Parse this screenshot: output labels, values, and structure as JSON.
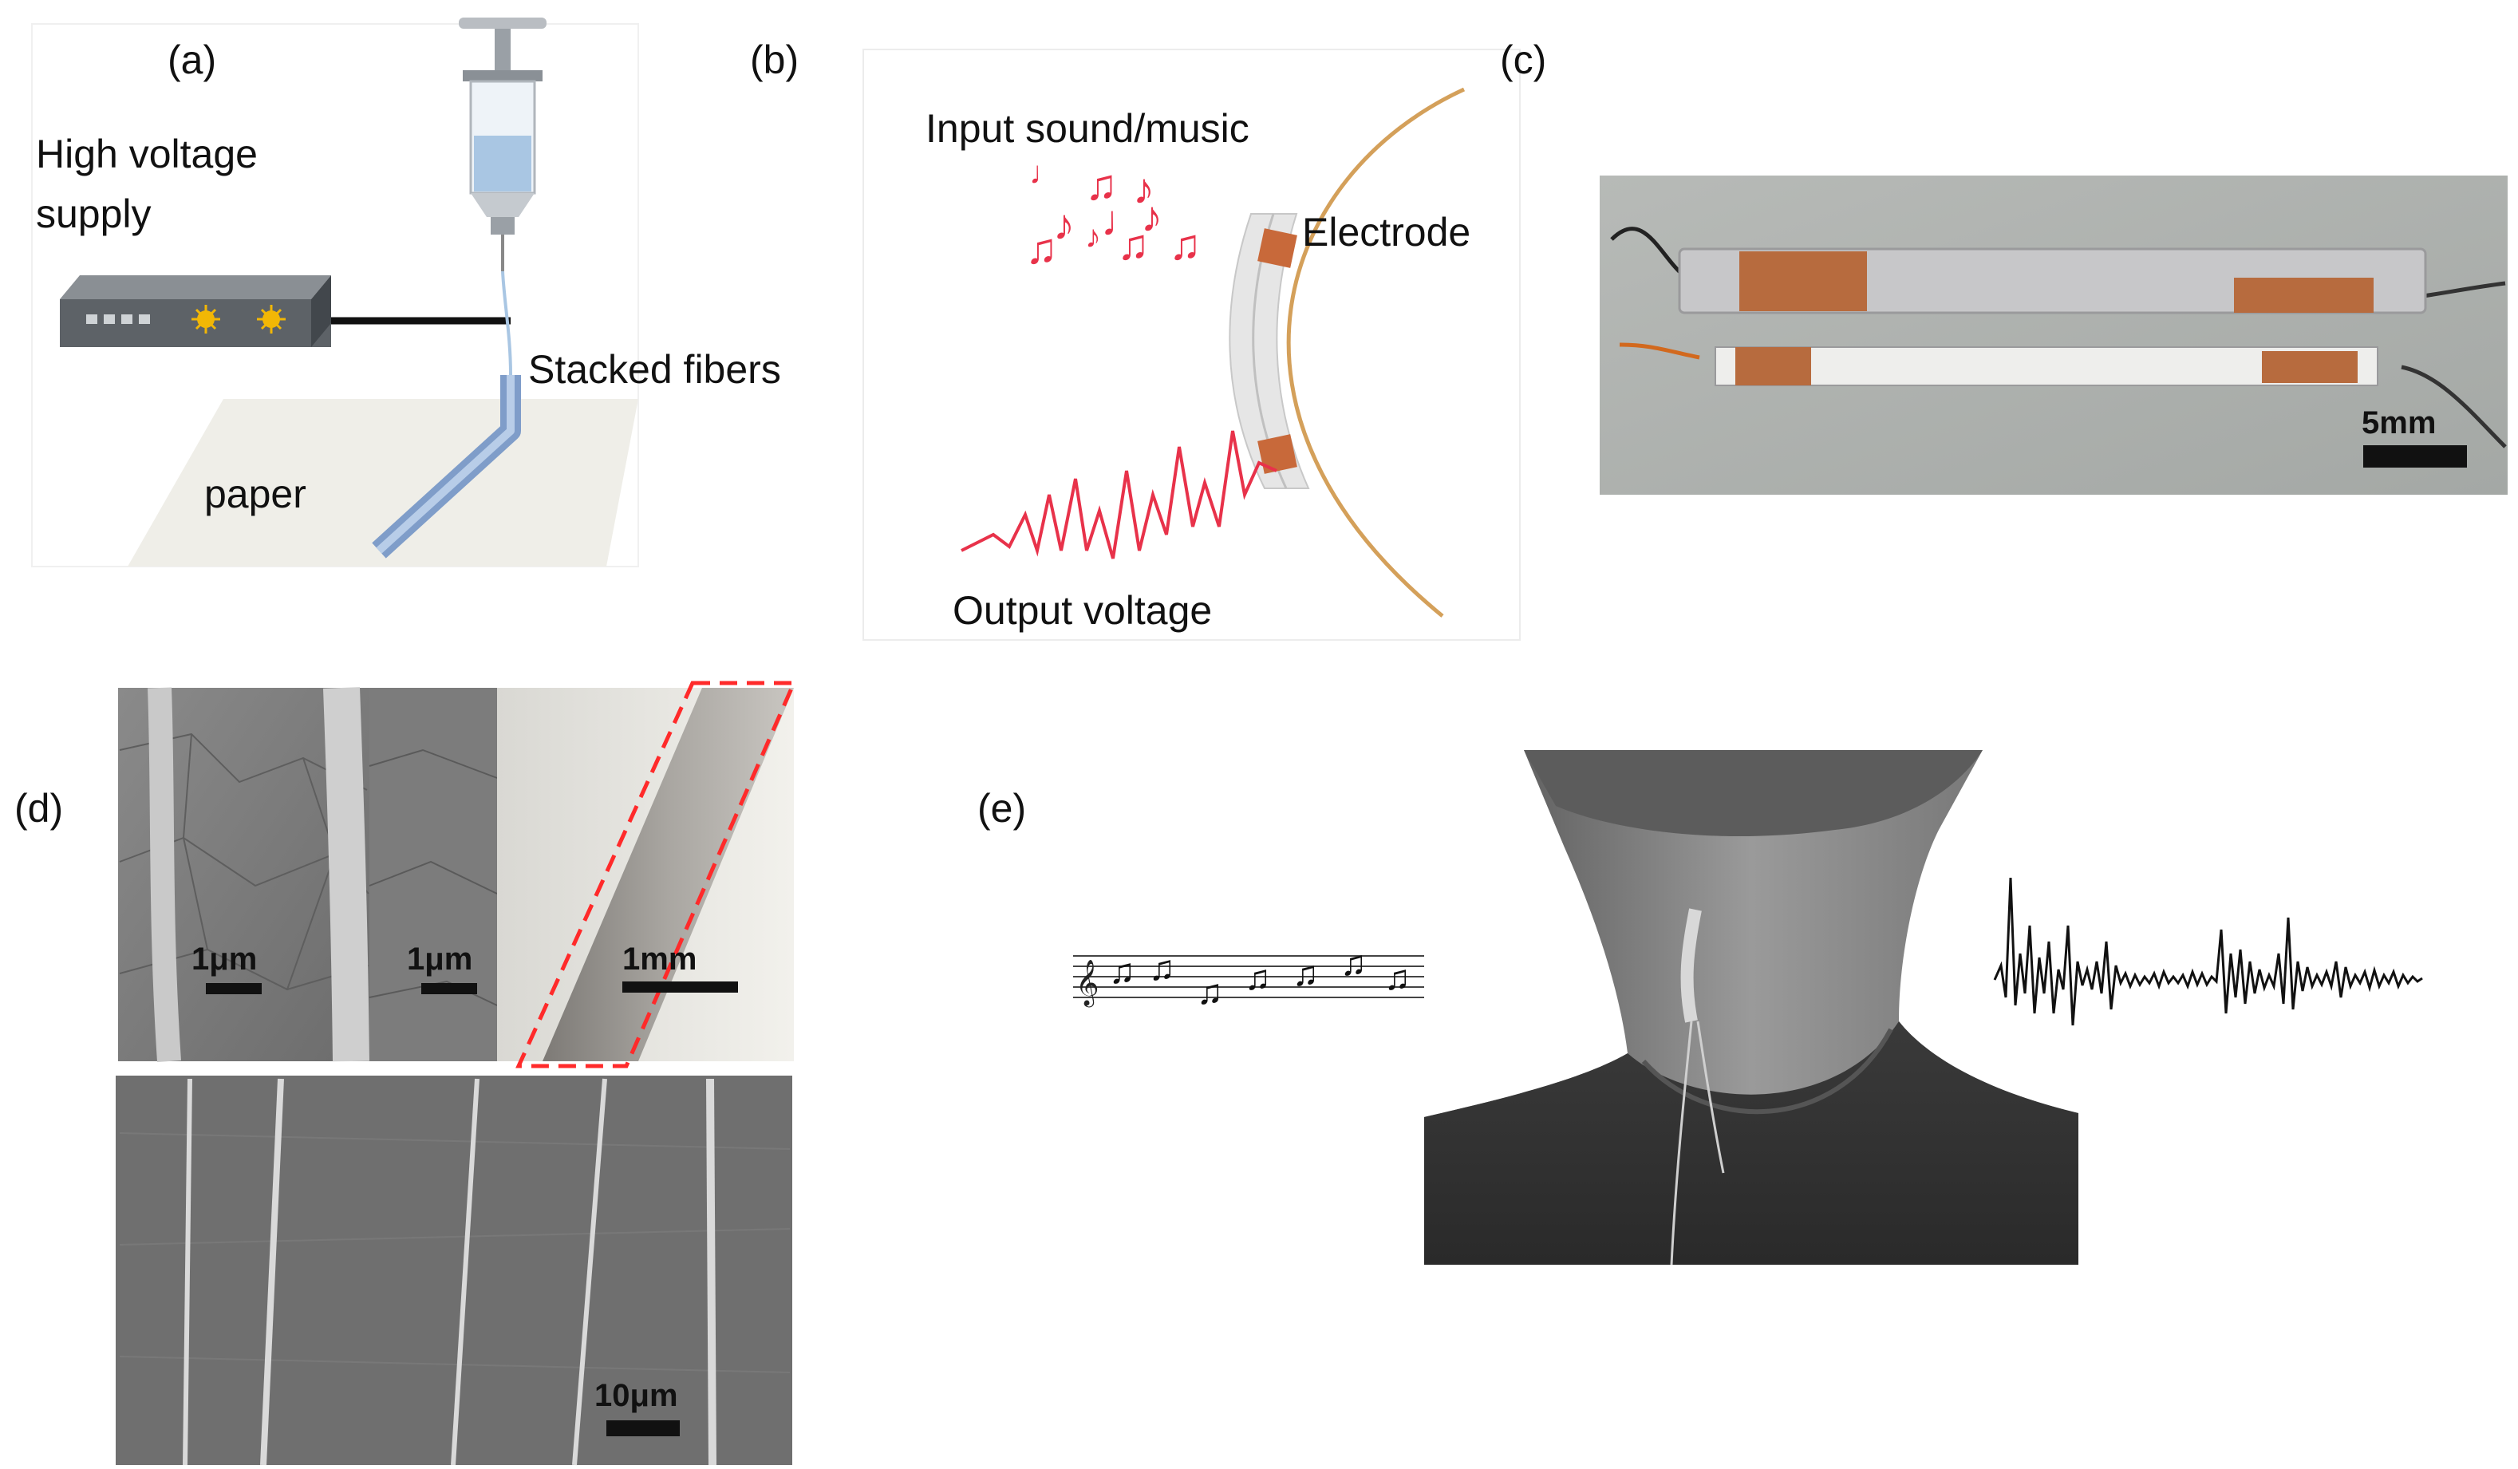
{
  "panels": {
    "a": {
      "label": "(a)",
      "supply_line1": "High voltage",
      "supply_line2": "supply",
      "fibers": "Stacked fibers",
      "paper": "paper"
    },
    "b": {
      "label": "(b)",
      "input": "Input sound/music",
      "electrode": "Electrode",
      "output": "Output voltage"
    },
    "c": {
      "label": "(c)",
      "scalebar": "5mm"
    },
    "d": {
      "label": "(d)",
      "scalebar_1": "1μm",
      "scalebar_2": "1μm",
      "scalebar_3": "1mm",
      "scalebar_4": "10μm"
    },
    "e": {
      "label": "(e)"
    }
  },
  "colors": {
    "sound_red": "#e8324a",
    "electrode_copper": "#c8693a",
    "arc_tan": "#d4a05a",
    "dashed_red": "#ff2a2a",
    "fiber_blue": "#9ab4d8"
  }
}
